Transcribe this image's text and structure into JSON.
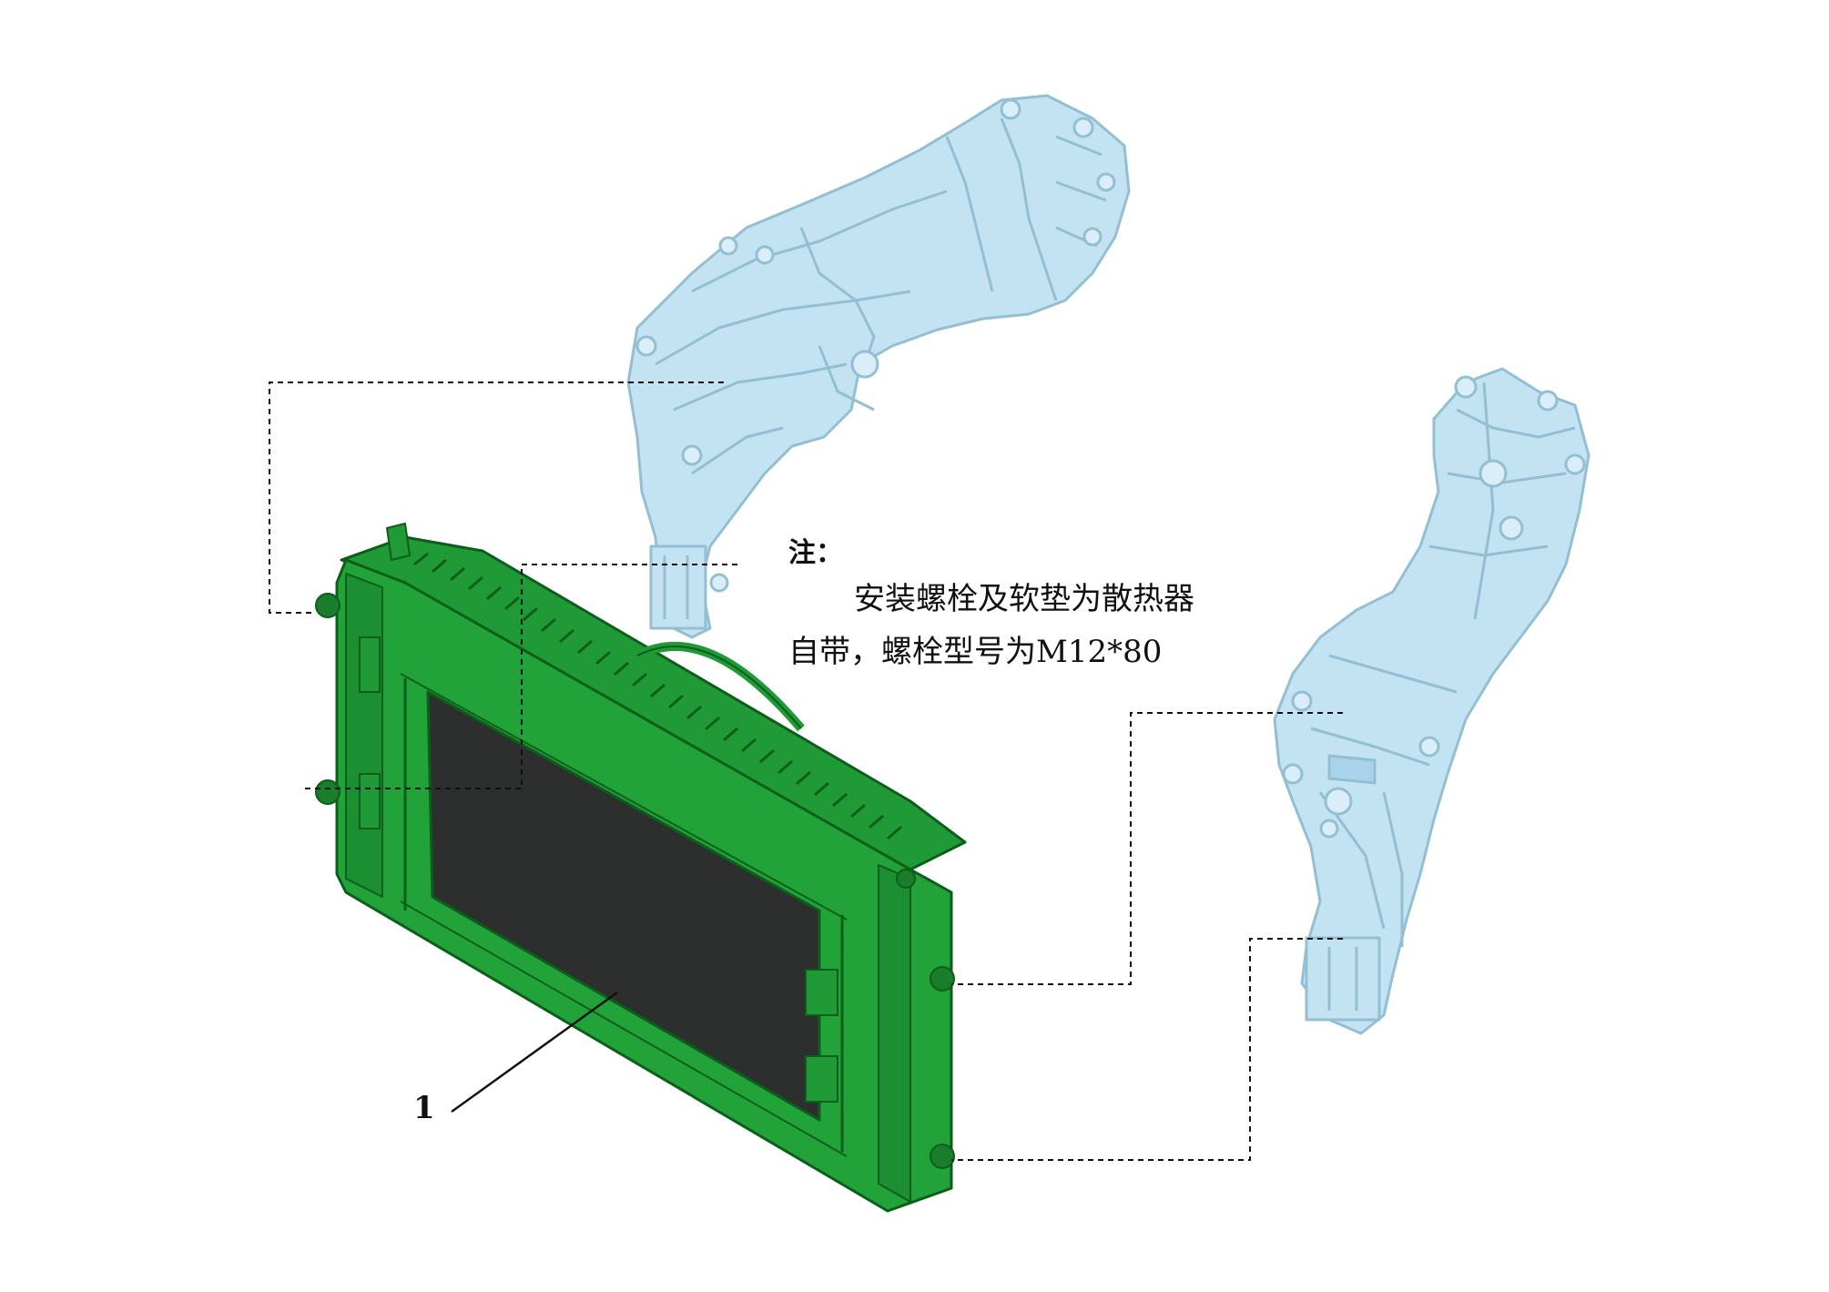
{
  "note": {
    "title": "注：",
    "line1": "安装螺栓及软垫为散热器",
    "line2": "自带，螺栓型号为M12*80"
  },
  "callout": {
    "label": "1"
  },
  "colors": {
    "radiator_green": "#22a33a",
    "radiator_dark_green": "#0e6a1f",
    "radiator_core": "#2d2f2e",
    "bracket_blue": "#bfe0f0",
    "bracket_edge": "#8fb8cc",
    "leader_line": "#111111"
  },
  "icons": {
    "left_bracket": "mounting-bracket-icon",
    "right_bracket": "mounting-bracket-icon",
    "radiator": "radiator-assembly-icon"
  }
}
